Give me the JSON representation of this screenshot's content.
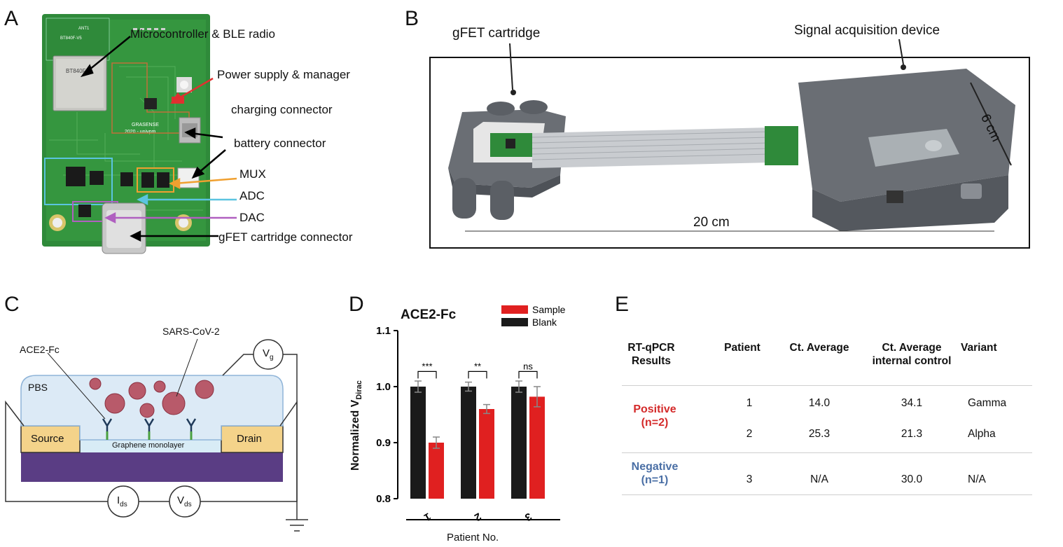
{
  "panels": {
    "a": "A",
    "b": "B",
    "c": "C",
    "d": "D",
    "e": "E"
  },
  "panel_a": {
    "board": {
      "module": "BT840F",
      "module_top": "ANT1",
      "module_sub": "BT840F-V5",
      "board_name": "GRASENSE",
      "board_year": "2020 - univpm"
    },
    "labels": [
      "Microcontroller & BLE radio",
      "Power supply & manager",
      "charging connector",
      "battery connector",
      "MUX",
      "ADC",
      "DAC",
      "gFET cartridge connector"
    ],
    "colors": {
      "power": "#e03030",
      "mux": "#f0a030",
      "adc": "#5bc4e0",
      "dac": "#b060c0"
    }
  },
  "panel_b": {
    "cartridge_label": "gFET cartridge",
    "device_label": "Signal acquisition device",
    "length_label": "20 cm",
    "width_label": "6 cm"
  },
  "panel_c": {
    "virus_label": "SARS-CoV-2",
    "receptor_label": "ACE2-Fc",
    "buffer_label": "PBS",
    "source_label": "Source",
    "drain_label": "Drain",
    "graphene_label": "Graphene monolayer",
    "vg_label": "V",
    "vg_sub": "g",
    "ids_label": "I",
    "ids_sub": "ds",
    "vds_label": "V",
    "vds_sub": "ds"
  },
  "chart_data": {
    "type": "bar",
    "title": "ACE2-Fc",
    "xlabel": "Patient No.",
    "ylabel": "Normalized V",
    "ylabel_sub": "Dirac",
    "ylim": [
      0.8,
      1.1
    ],
    "yticks": [
      "0.8",
      "0.9",
      "1.0",
      "1.1"
    ],
    "categories": [
      "1",
      "2",
      "3"
    ],
    "series": [
      {
        "name": "Blank",
        "color": "#1a1a1a",
        "values": [
          1.0,
          1.0,
          1.0
        ],
        "errors": [
          0.01,
          0.008,
          0.01
        ]
      },
      {
        "name": "Sample",
        "color": "#e02020",
        "values": [
          0.9,
          0.96,
          0.982
        ],
        "errors": [
          0.01,
          0.008,
          0.018
        ]
      }
    ],
    "significance": [
      "***",
      "**",
      "ns"
    ],
    "legend_position": "top-right"
  },
  "panel_e": {
    "headers": [
      "RT-qPCR Results",
      "Patient",
      "Ct. Average",
      "Ct. Average internal control",
      "Variant"
    ],
    "groups": [
      {
        "label": "Positive",
        "count": "(n=2)",
        "color": "#d42a2a"
      },
      {
        "label": "Negative",
        "count": "(n=1)",
        "color": "#4a6fa5"
      }
    ],
    "rows": [
      {
        "patient": "1",
        "ct": "14.0",
        "ct_ic": "34.1",
        "variant": "Gamma"
      },
      {
        "patient": "2",
        "ct": "25.3",
        "ct_ic": "21.3",
        "variant": "Alpha"
      },
      {
        "patient": "3",
        "ct": "N/A",
        "ct_ic": "30.0",
        "variant": "N/A"
      }
    ]
  }
}
